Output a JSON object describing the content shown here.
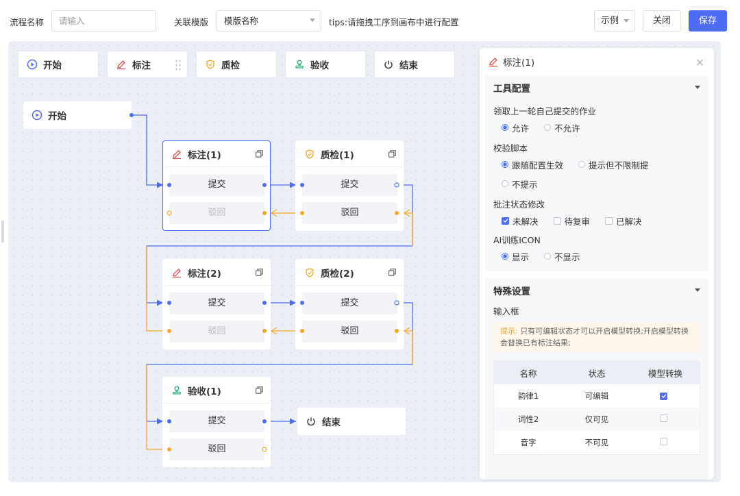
{
  "topbar": {
    "flow_name_label": "流程名称",
    "flow_name_placeholder": "请输入",
    "template_label": "关联模版",
    "template_value": "模版名称",
    "tips": "tips:请拖拽工序到画布中进行配置",
    "example_label": "示例",
    "close_label": "关闭",
    "save_label": "保存"
  },
  "palette": {
    "start": "开始",
    "annotate": "标注",
    "qc": "质检",
    "accept": "验收",
    "end": "结束"
  },
  "nodes": {
    "start": "开始",
    "end": "结束",
    "annotate1": {
      "title": "标注(1)",
      "submit": "提交",
      "reject": "驳回"
    },
    "qc1": {
      "title": "质检(1)",
      "submit": "提交",
      "reject": "驳回"
    },
    "annotate2": {
      "title": "标注(2)",
      "submit": "提交",
      "reject": "驳回"
    },
    "qc2": {
      "title": "质检(2)",
      "submit": "提交",
      "reject": "驳回"
    },
    "accept1": {
      "title": "验收(1)",
      "submit": "提交",
      "reject": "驳回"
    }
  },
  "panel": {
    "title": "标注(1)",
    "tool_config": {
      "title": "工具配置",
      "q1": "领取上一轮自己提交的作业",
      "q1_opts": [
        "允许",
        "不允许"
      ],
      "q2": "校验脚本",
      "q2_opts": [
        "跟随配置生效",
        "提示但不限制提",
        "不提示"
      ],
      "q3": "批注状态修改",
      "q3_opts": [
        "未解决",
        "待复审",
        "已解决"
      ],
      "q4": "AI训练ICON",
      "q4_opts": [
        "显示",
        "不显示"
      ]
    },
    "special": {
      "title": "特殊设置",
      "input_label": "输入框",
      "hint_prefix": "提示:",
      "hint": "只有可编辑状态才可以开启模型转换;开启模型转换会替换已有标注结果;",
      "columns": [
        "名称",
        "状态",
        "模型转换"
      ],
      "rows": [
        {
          "name": "韵律1",
          "status": "可编辑",
          "convert": true
        },
        {
          "name": "词性2",
          "status": "仅可见",
          "convert": false
        },
        {
          "name": "音字",
          "status": "不可见",
          "convert": false
        }
      ]
    }
  },
  "colors": {
    "primary": "#4d6bf5",
    "reject": "#f5a623",
    "canvas": "#eceef5"
  }
}
